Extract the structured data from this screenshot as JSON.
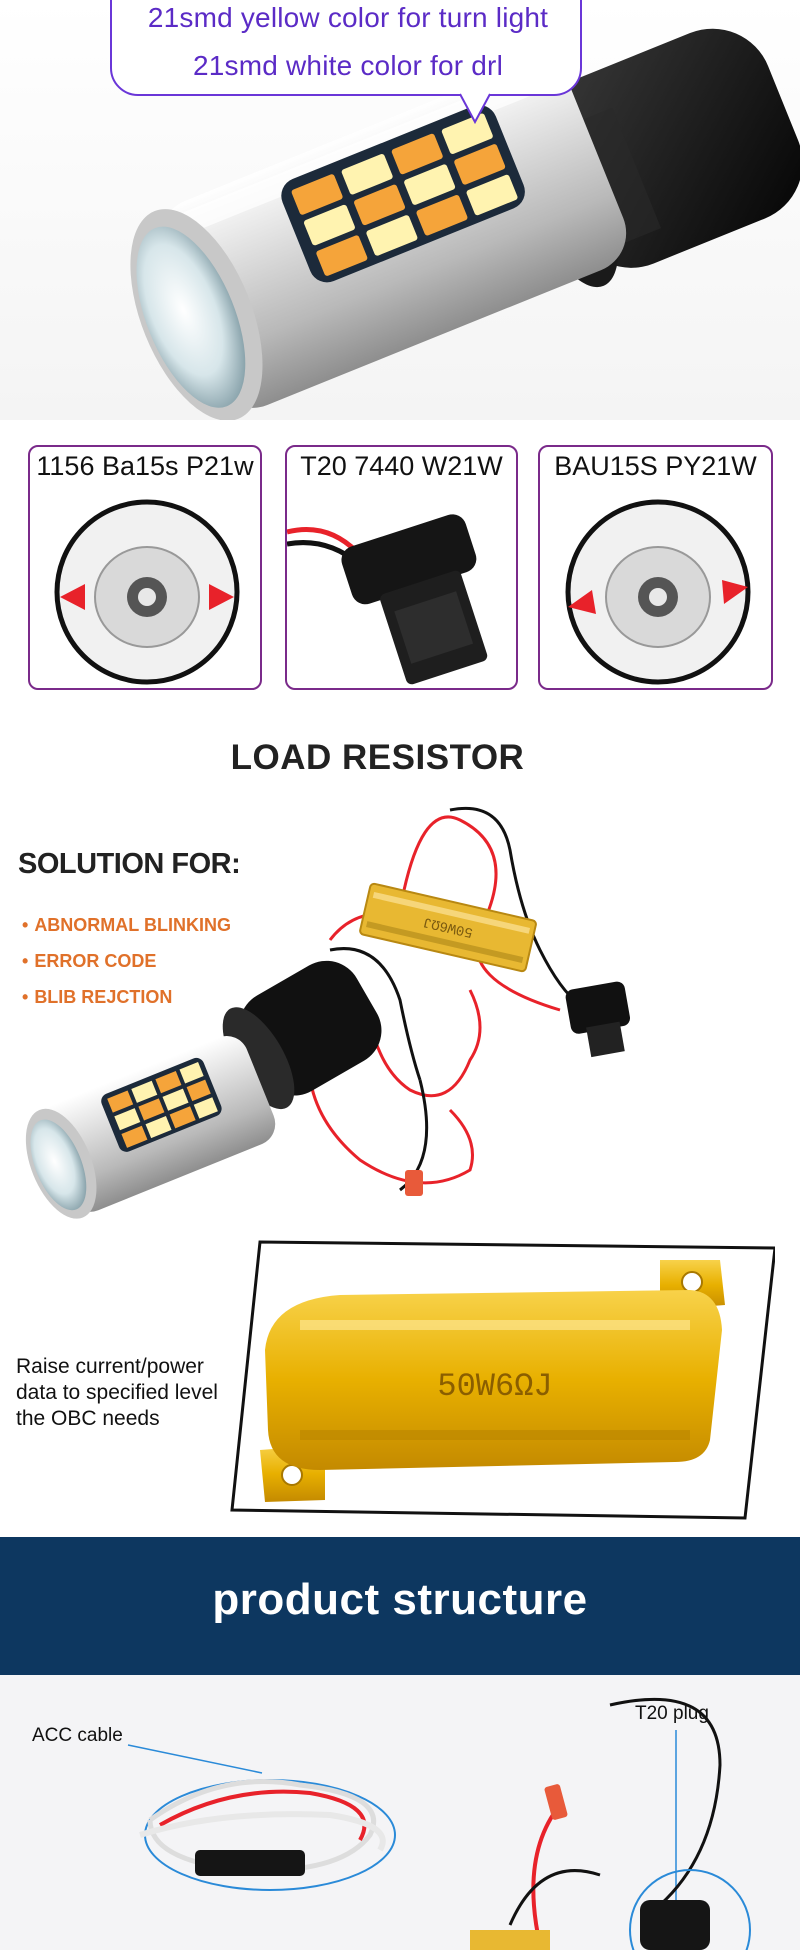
{
  "hero": {
    "callout_line_1": "21smd yellow color for turn light",
    "callout_line_2": "21smd white color for drl"
  },
  "base_types": [
    {
      "label": "1156 Ba15s P21w"
    },
    {
      "label": "T20 7440 W21W"
    },
    {
      "label": "BAU15S PY21W"
    }
  ],
  "load_resistor": {
    "title": "LOAD RESISTOR",
    "solution_title": "SOLUTION FOR:",
    "bullets": [
      "ABNORMAL BLINKING",
      "ERROR CODE",
      "BLIB REJCTION"
    ],
    "resistor_marking": "50W6ΩJ",
    "raise_text": "Raise current/power data to specified level the OBC needs"
  },
  "structure": {
    "banner_title": "product  structure",
    "labels": {
      "acc_cable": "ACC cable",
      "t20_plug": "T20 plug"
    }
  },
  "colors": {
    "callout_border": "#6a36d8",
    "callout_text": "#5b2bc6",
    "card_border": "#7a2a8a",
    "bullet_text": "#e0712a",
    "banner_bg": "#0d3760",
    "amber_led": "#f5a43a",
    "white_led": "#fff3b0",
    "resistor_gold": "#e8b832",
    "wire_red": "#e8222a"
  }
}
